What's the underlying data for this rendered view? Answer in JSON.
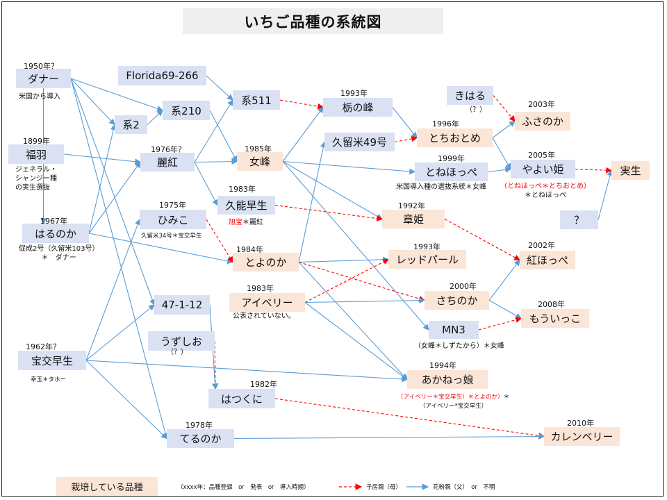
{
  "title": "いちご品種の系統図",
  "colors": {
    "cultivated": "#fbe5d6",
    "other": "#d9e1f2",
    "mother_line": "#ff0000",
    "father_line": "#5b9bd5"
  },
  "nodes": [
    {
      "id": "danner",
      "label": "ダナー",
      "year": "1950年？",
      "cultivated": false,
      "notes": [
        [
          {
            "text": "米国から導入"
          }
        ]
      ]
    },
    {
      "id": "fukuba",
      "label": "福羽",
      "year": "1899年",
      "cultivated": false,
      "notes": [
        [
          {
            "text": "ジェネラル・"
          }
        ],
        [
          {
            "text": "シャンジー種"
          }
        ],
        [
          {
            "text": "の実生選抜"
          }
        ]
      ]
    },
    {
      "id": "harunoka",
      "label": "はるのか",
      "year": "1967年",
      "cultivated": false,
      "notes": [
        [
          {
            "text": "促成2号（久留米103号）"
          }
        ],
        [
          {
            "text": "＊　ダナー"
          }
        ]
      ]
    },
    {
      "id": "houkou",
      "label": "宝交早生",
      "year": "1962年？",
      "cultivated": false,
      "notes": [
        [
          {
            "text": "幸玉＊タホー"
          }
        ]
      ]
    },
    {
      "id": "florida",
      "label": "Florida69-266",
      "year": "",
      "cultivated": false,
      "notes": []
    },
    {
      "id": "kei2",
      "label": "系2",
      "year": "",
      "cultivated": false,
      "notes": []
    },
    {
      "id": "kei210",
      "label": "系210",
      "year": "",
      "cultivated": false,
      "notes": []
    },
    {
      "id": "reikou",
      "label": "麗紅",
      "year": "1976年？",
      "cultivated": false,
      "notes": []
    },
    {
      "id": "himiko",
      "label": "ひみこ",
      "year": "1975年",
      "cultivated": false,
      "notes": [
        [
          {
            "text": "久留米34号＊宝交早生"
          }
        ]
      ]
    },
    {
      "id": "n47",
      "label": "47-1-12",
      "year": "",
      "cultivated": false,
      "notes": []
    },
    {
      "id": "uzushio",
      "label": "うずしお",
      "year": "",
      "cultivated": false,
      "notes": [
        [
          {
            "text": "（？）"
          }
        ]
      ]
    },
    {
      "id": "hatsukuni",
      "label": "はつくに",
      "year": "1982年",
      "cultivated": false,
      "notes": []
    },
    {
      "id": "terunoka",
      "label": "てるのか",
      "year": "1978年",
      "cultivated": false,
      "notes": []
    },
    {
      "id": "kei511",
      "label": "系511",
      "year": "",
      "cultivated": false,
      "notes": []
    },
    {
      "id": "nyoho",
      "label": "女峰",
      "year": "1985年",
      "cultivated": true,
      "notes": []
    },
    {
      "id": "kunou",
      "label": "久能早生",
      "year": "1983年",
      "cultivated": false,
      "notes": [
        [
          {
            "text": "旭宝",
            "color": "#ff0000"
          },
          {
            "text": "＊麗紅"
          }
        ]
      ]
    },
    {
      "id": "toyonoka",
      "label": "とよのか",
      "year": "1984年",
      "cultivated": true,
      "notes": []
    },
    {
      "id": "ivory",
      "label": "アイベリー",
      "year": "1983年",
      "cultivated": true,
      "notes": [
        [
          {
            "text": "公表されていない。"
          }
        ]
      ]
    },
    {
      "id": "tochinomine",
      "label": "栃の峰",
      "year": "1993年",
      "cultivated": false,
      "notes": []
    },
    {
      "id": "kurume49",
      "label": "久留米49号",
      "year": "",
      "cultivated": false,
      "notes": []
    },
    {
      "id": "akihime",
      "label": "章姫",
      "year": "1992年",
      "cultivated": true,
      "notes": []
    },
    {
      "id": "redpearl",
      "label": "レッドパール",
      "year": "1993年",
      "cultivated": true,
      "notes": []
    },
    {
      "id": "sachinoka",
      "label": "さちのか",
      "year": "2000年",
      "cultivated": true,
      "notes": []
    },
    {
      "id": "mn3",
      "label": "MN3",
      "year": "",
      "cultivated": false,
      "notes": [
        [
          {
            "text": "（女峰＊しずたから）＊女峰"
          }
        ]
      ]
    },
    {
      "id": "akanekko",
      "label": "あかねっ娘",
      "year": "1994年",
      "cultivated": true,
      "notes": [
        [
          {
            "text": "（アイベリー＊宝交早生）＊とよのか）",
            "color": "#ff0000"
          },
          {
            "text": "＊"
          }
        ],
        [
          {
            "text": "（アイベリー*宝交早生）"
          }
        ]
      ]
    },
    {
      "id": "kiharu",
      "label": "きはる",
      "year": "",
      "cultivated": false,
      "notes": [
        [
          {
            "text": "（？）"
          }
        ]
      ]
    },
    {
      "id": "tochiotome",
      "label": "とちおとめ",
      "year": "1996年",
      "cultivated": true,
      "notes": []
    },
    {
      "id": "tonehoppe",
      "label": "とねほっぺ",
      "year": "1999年",
      "cultivated": false,
      "notes": [
        [
          {
            "text": "米国導入種の選抜系統＊女峰"
          }
        ]
      ]
    },
    {
      "id": "fusanoka",
      "label": "ふさのか",
      "year": "2003年",
      "cultivated": true,
      "notes": []
    },
    {
      "id": "yayoihime",
      "label": "やよい姫",
      "year": "2005年",
      "cultivated": false,
      "notes": [
        [
          {
            "text": "（とねほっぺ＊とちおとめ）",
            "color": "#ff0000"
          }
        ],
        [
          {
            "text": "＊とねほっぺ"
          }
        ]
      ]
    },
    {
      "id": "mishou",
      "label": "実生",
      "year": "",
      "cultivated": true,
      "notes": []
    },
    {
      "id": "unknown",
      "label": "？",
      "year": "",
      "cultivated": false,
      "notes": []
    },
    {
      "id": "benihoppe",
      "label": "紅ほっぺ",
      "year": "2002年",
      "cultivated": true,
      "notes": []
    },
    {
      "id": "moikko",
      "label": "もういっこ",
      "year": "2008年",
      "cultivated": true,
      "notes": []
    },
    {
      "id": "karen",
      "label": "カレンベリー",
      "year": "2010年",
      "cultivated": true,
      "notes": []
    }
  ],
  "edges": [
    {
      "from": "danner",
      "to": "kei2",
      "type": "father"
    },
    {
      "from": "danner",
      "to": "kei210",
      "type": "father"
    },
    {
      "from": "danner",
      "to": "harunoka",
      "type": "father"
    },
    {
      "from": "danner",
      "to": "n47",
      "type": "father"
    },
    {
      "from": "danner",
      "to": "terunoka",
      "type": "father"
    },
    {
      "from": "fukuba",
      "to": "reikou",
      "type": "father"
    },
    {
      "from": "harunoka",
      "to": "kei2",
      "type": "father"
    },
    {
      "from": "harunoka",
      "to": "reikou",
      "type": "father"
    },
    {
      "from": "harunoka",
      "to": "toyonoka",
      "type": "father"
    },
    {
      "from": "houkou",
      "to": "himiko",
      "type": "father"
    },
    {
      "from": "houkou",
      "to": "n47",
      "type": "father"
    },
    {
      "from": "houkou",
      "to": "terunoka",
      "type": "father"
    },
    {
      "from": "houkou",
      "to": "akanekko",
      "type": "father"
    },
    {
      "from": "florida",
      "to": "kei511",
      "type": "father"
    },
    {
      "from": "kei2",
      "to": "kei210",
      "type": "father"
    },
    {
      "from": "kei210",
      "to": "nyoho",
      "type": "father"
    },
    {
      "from": "reikou",
      "to": "kei511",
      "type": "father"
    },
    {
      "from": "reikou",
      "to": "nyoho",
      "type": "father"
    },
    {
      "from": "reikou",
      "to": "kunou",
      "type": "father"
    },
    {
      "from": "kei511",
      "to": "tochinomine",
      "type": "mother"
    },
    {
      "from": "nyoho",
      "to": "tochinomine",
      "type": "father"
    },
    {
      "from": "nyoho",
      "to": "tonehoppe",
      "type": "father"
    },
    {
      "from": "nyoho",
      "to": "akihime",
      "type": "father"
    },
    {
      "from": "nyoho",
      "to": "mn3",
      "type": "father"
    },
    {
      "from": "himiko",
      "to": "toyonoka",
      "type": "mother"
    },
    {
      "from": "kunou",
      "to": "akihime",
      "type": "mother"
    },
    {
      "from": "toyonoka",
      "to": "kurume49",
      "type": "father"
    },
    {
      "from": "toyonoka",
      "to": "redpearl",
      "type": "father"
    },
    {
      "from": "toyonoka",
      "to": "sachinoka",
      "type": "mother"
    },
    {
      "from": "toyonoka",
      "to": "akanekko",
      "type": "father"
    },
    {
      "from": "ivory",
      "to": "redpearl",
      "type": "mother"
    },
    {
      "from": "ivory",
      "to": "sachinoka",
      "type": "father"
    },
    {
      "from": "ivory",
      "to": "akanekko",
      "type": "father"
    },
    {
      "from": "uzushio",
      "to": "hatsukuni",
      "type": "mother"
    },
    {
      "from": "n47",
      "to": "hatsukuni",
      "type": "father"
    },
    {
      "from": "hatsukuni",
      "to": "karen",
      "type": "mother"
    },
    {
      "from": "terunoka",
      "to": "karen",
      "type": "father"
    },
    {
      "from": "tochinomine",
      "to": "tochiotome",
      "type": "father"
    },
    {
      "from": "kurume49",
      "to": "tochiotome",
      "type": "mother"
    },
    {
      "from": "kiharu",
      "to": "fusanoka",
      "type": "mother"
    },
    {
      "from": "tochiotome",
      "to": "fusanoka",
      "type": "father"
    },
    {
      "from": "tochiotome",
      "to": "yayoihime",
      "type": "father"
    },
    {
      "from": "tonehoppe",
      "to": "yayoihime",
      "type": "father"
    },
    {
      "from": "yayoihime",
      "to": "mishou",
      "type": "mother"
    },
    {
      "from": "unknown",
      "to": "mishou",
      "type": "father"
    },
    {
      "from": "akihime",
      "to": "benihoppe",
      "type": "mother"
    },
    {
      "from": "sachinoka",
      "to": "benihoppe",
      "type": "father"
    },
    {
      "from": "sachinoka",
      "to": "moikko",
      "type": "father"
    },
    {
      "from": "mn3",
      "to": "moikko",
      "type": "mother"
    }
  ],
  "legend": {
    "cultivated_label": "栽培している品種",
    "year_note": "（xxxx年：品種登録　or　発表　or　導入時期）",
    "mother_label": "子房親（母）",
    "father_label": "花粉親（父）　or　不明"
  }
}
